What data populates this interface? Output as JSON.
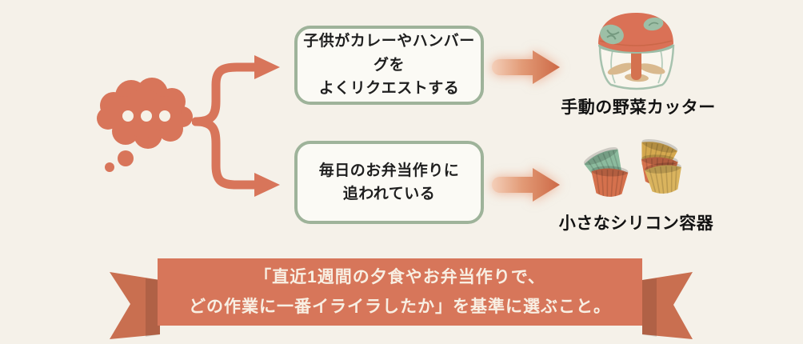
{
  "palette": {
    "background": "#f5f1e9",
    "coral": "#d8755a",
    "coral_dark": "#c96f50",
    "coral_arrow_tip": "#cd6946",
    "sage_border": "#9eb39a",
    "box_fill": "#fbfaf5",
    "text_dark": "#1f1f1f",
    "ribbon_text_color": "#f8efe3",
    "cup_green": "#8cbb9e",
    "cup_mustard": "#d5a94f",
    "blade_tan": "#d9b98e",
    "accent_green": "#9dbfa6"
  },
  "icons": {
    "thought_bubble": "cloud-with-ellipsis",
    "branch_arrows": "curly-brace-split-arrows",
    "result_arrow": "block-arrow-right",
    "product_top": "manual-vegetable-chopper",
    "product_bottom": "silicone-baking-cups"
  },
  "branches": [
    {
      "box_text": "子供がカレーやハンバーグを\nよくリクエストする",
      "result_label": "手動の野菜カッター"
    },
    {
      "box_text": "毎日のお弁当作りに\n追われている",
      "result_label": "小さなシリコン容器"
    }
  ],
  "banner": {
    "text": "「直近1週間の夕食やお弁当作りで、\nどの作業に一番イライラしたか」を基準に選ぶこと。"
  }
}
